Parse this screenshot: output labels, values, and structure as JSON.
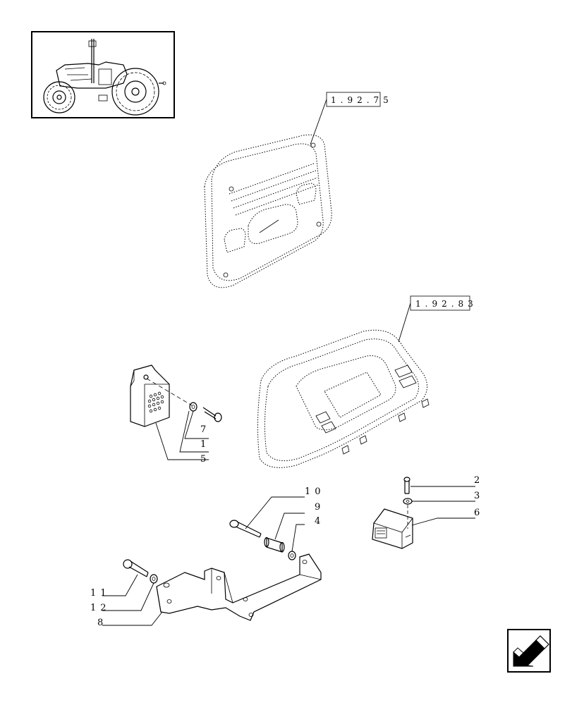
{
  "references": [
    {
      "id": "ref-1-92-75",
      "text": "1.92.75"
    },
    {
      "id": "ref-1-92-83",
      "text": "1.92.83"
    }
  ],
  "callouts": {
    "c1": "1",
    "c2": "2",
    "c3": "3",
    "c4": "4",
    "c5": "5",
    "c6": "6",
    "c7": "7",
    "c8": "8",
    "c9": "9",
    "c10": "10",
    "c11": "11",
    "c12": "12"
  },
  "icons": {
    "thumbnail": "tractor-thumbnail-icon",
    "navigation": "previous-page-arrow-icon"
  },
  "colors": {
    "ink": "#000000",
    "paper": "#ffffff"
  }
}
